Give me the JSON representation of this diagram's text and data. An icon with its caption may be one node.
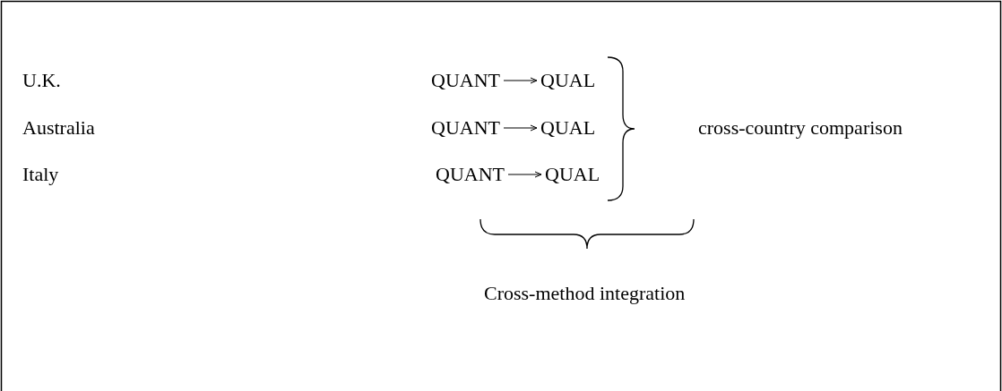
{
  "diagram": {
    "nodes": [
      {
        "text": [
          "QUANT"
        ]
      },
      {
        "text": [
          "QUAL"
        ]
      },
      {
        "text": [
          "QUANT"
        ]
      },
      {
        "text": [
          "QUAL"
        ]
      },
      {
        "text": [
          "QUANT"
        ]
      },
      {
        "text": [
          "QUAL"
        ]
      }
    ],
    "edges": [
      {
        "from": 0,
        "to": 1,
        "arrow": "to"
      },
      {
        "from": 2,
        "to": 3,
        "arrow": "to"
      },
      {
        "from": 4,
        "to": 5,
        "arrow": "to"
      }
    ],
    "labels": [
      "U.K.",
      "Australia",
      "Italy",
      "cross-country comparison",
      "Cross-method integration"
    ]
  }
}
